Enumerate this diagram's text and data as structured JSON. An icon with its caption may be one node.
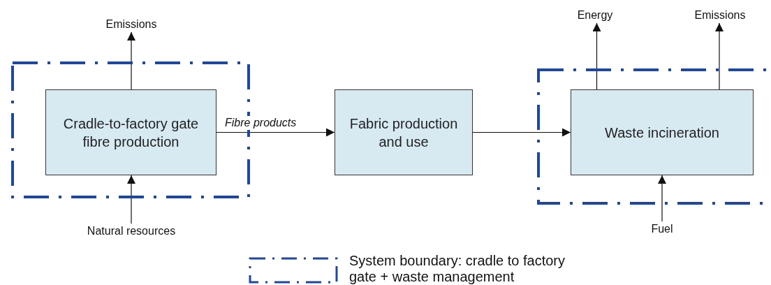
{
  "diagram": {
    "nodes": [
      {
        "text": [],
        "shape": "box"
      },
      {
        "text": [
          "Cradle-to-factory gate fibre production"
        ],
        "in": 0
      },
      {
        "text": [
          "Fabric production and use"
        ]
      },
      {
        "text": [],
        "shape": "box"
      },
      {
        "text": [
          "Waste incineration"
        ],
        "in": 3
      },
      {
        "text": [
          "Emissions"
        ]
      },
      {
        "text": [
          "Natural resources"
        ]
      },
      {
        "text": [
          "Energy"
        ]
      },
      {
        "text": [
          "Emissions"
        ]
      },
      {
        "text": [
          "Fuel"
        ]
      }
    ],
    "edges": [
      {
        "from": 1,
        "to": 5,
        "arrow": "to"
      },
      {
        "from": 6,
        "to": 1,
        "arrow": "to"
      },
      {
        "from": 1,
        "to": 2,
        "arrow": "to",
        "label": "Fibre products"
      },
      {
        "from": 2,
        "to": 4,
        "arrow": "to"
      },
      {
        "from": 4,
        "to": 7,
        "arrow": "to"
      },
      {
        "from": 4,
        "to": 8,
        "arrow": "to"
      },
      {
        "from": 9,
        "to": 4,
        "arrow": "to"
      }
    ],
    "legend": [
      {
        "text": "System boundary: cradle to factory gate + waste management"
      }
    ]
  }
}
